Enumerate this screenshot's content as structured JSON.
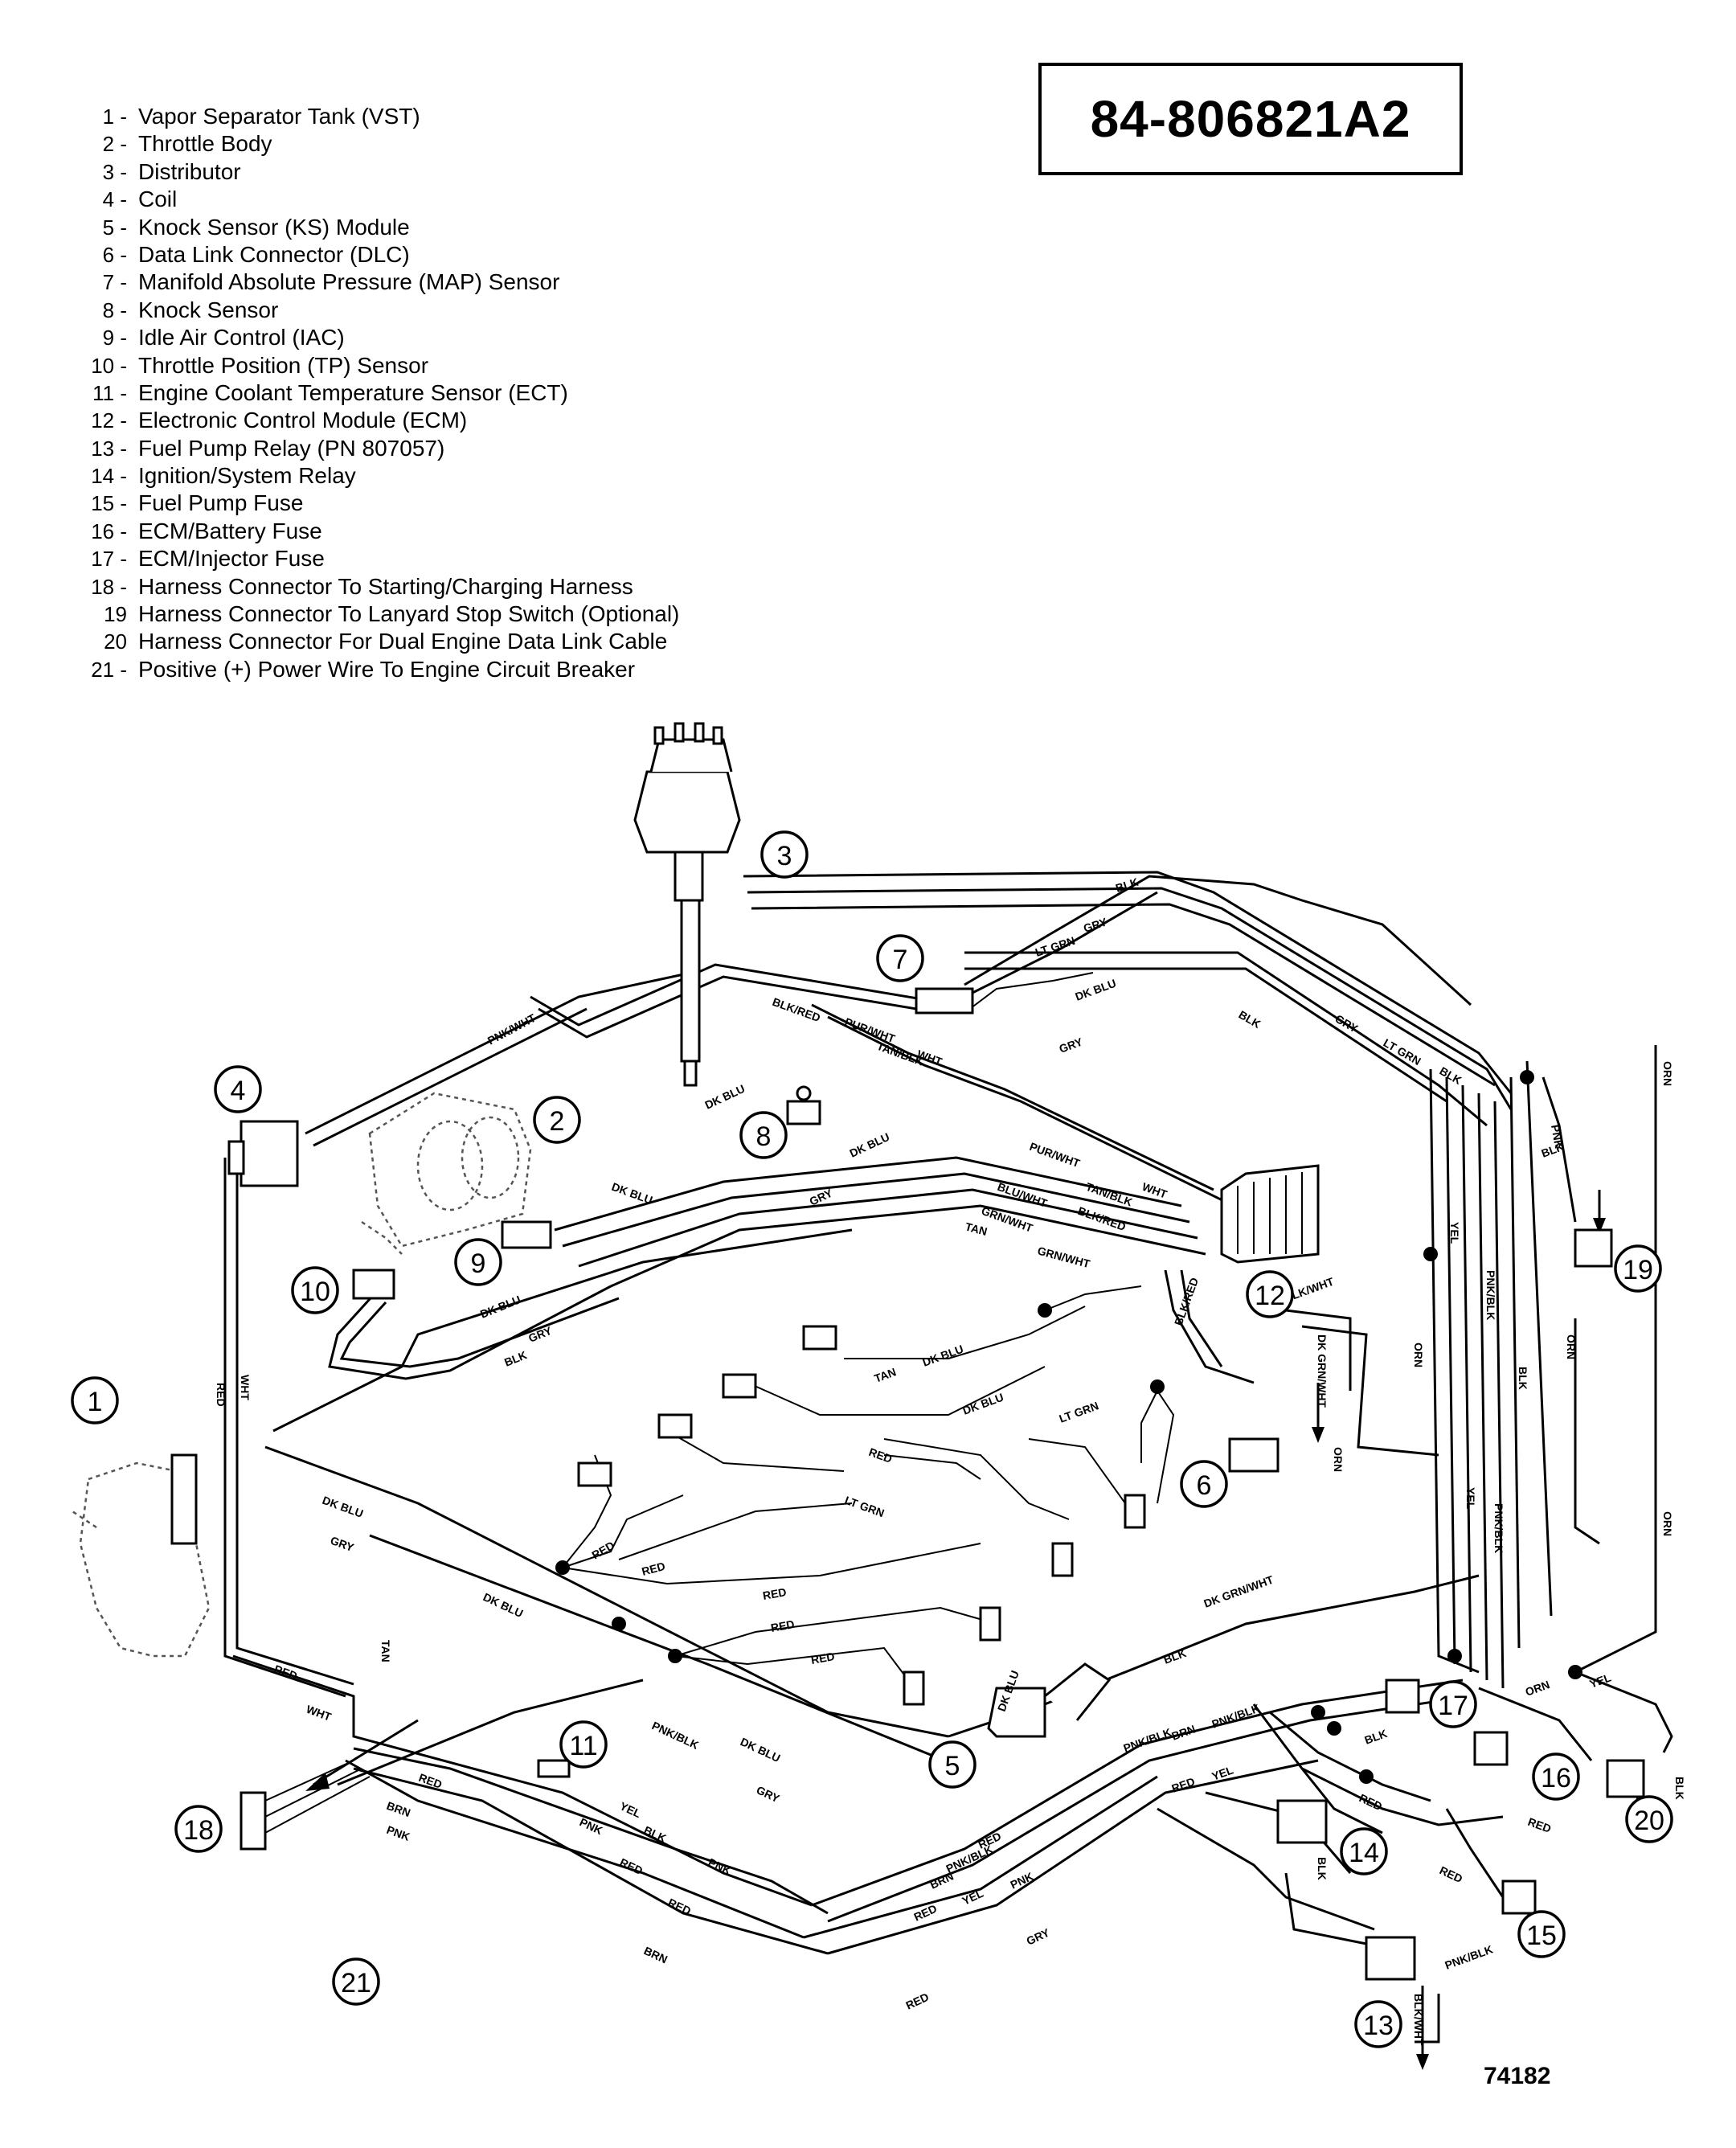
{
  "part_number": "84-806821A2",
  "figure_id": "74182",
  "legend": [
    {
      "num": "1 -",
      "text": "Vapor Separator Tank (VST)"
    },
    {
      "num": "2 -",
      "text": "Throttle Body"
    },
    {
      "num": "3 -",
      "text": "Distributor"
    },
    {
      "num": "4 -",
      "text": "Coil"
    },
    {
      "num": "5 -",
      "text": "Knock Sensor (KS) Module"
    },
    {
      "num": "6 -",
      "text": "Data Link Connector (DLC)"
    },
    {
      "num": "7 -",
      "text": "Manifold Absolute Pressure (MAP) Sensor"
    },
    {
      "num": "8 -",
      "text": "Knock Sensor"
    },
    {
      "num": "9 -",
      "text": "Idle Air Control (IAC)"
    },
    {
      "num": "10 -",
      "text": "Throttle Position (TP) Sensor"
    },
    {
      "num": "11 -",
      "text": "Engine Coolant Temperature Sensor (ECT)"
    },
    {
      "num": "12 -",
      "text": "Electronic Control Module (ECM)"
    },
    {
      "num": "13 -",
      "text": "Fuel Pump Relay   (PN 807057)"
    },
    {
      "num": "14 -",
      "text": "Ignition/System Relay"
    },
    {
      "num": "15 -",
      "text": "Fuel Pump Fuse"
    },
    {
      "num": "16 -",
      "text": "ECM/Battery Fuse"
    },
    {
      "num": "17 -",
      "text": "ECM/Injector Fuse"
    },
    {
      "num": "18 -",
      "text": "Harness Connector To Starting/Charging Harness"
    },
    {
      "num": "19",
      "text": "Harness Connector To Lanyard Stop Switch (Optional)"
    },
    {
      "num": "20",
      "text": "Harness Connector For Dual Engine Data Link Cable"
    },
    {
      "num": "21 -",
      "text": "Positive  (+) Power Wire To Engine Circuit Breaker"
    }
  ],
  "callouts": [
    "1",
    "2",
    "3",
    "4",
    "5",
    "6",
    "7",
    "8",
    "9",
    "10",
    "11",
    "12",
    "13",
    "14",
    "15",
    "16",
    "17",
    "18",
    "19",
    "20",
    "21"
  ],
  "wire_labels": {
    "pnk_wht": "PNK/WHT",
    "gry": "GRY",
    "lt_grn": "LT GRN",
    "blk": "BLK",
    "blk_red": "BLK/RED",
    "pur_wht": "PUR/WHT",
    "wht": "WHT",
    "tan_blk": "TAN/BLK",
    "dk_blu": "DK BLU",
    "blu_wht": "BLU/WHT",
    "grn_wht": "GRN/WHT",
    "tan": "TAN",
    "red": "RED",
    "yel": "YEL",
    "brn": "BRN",
    "pnk": "PNK",
    "pnk_blk": "PNK/BLK",
    "orn": "ORN",
    "dk_grn_wht": "DK GRN/WHT",
    "blk_wht": "BLK/WHT"
  }
}
